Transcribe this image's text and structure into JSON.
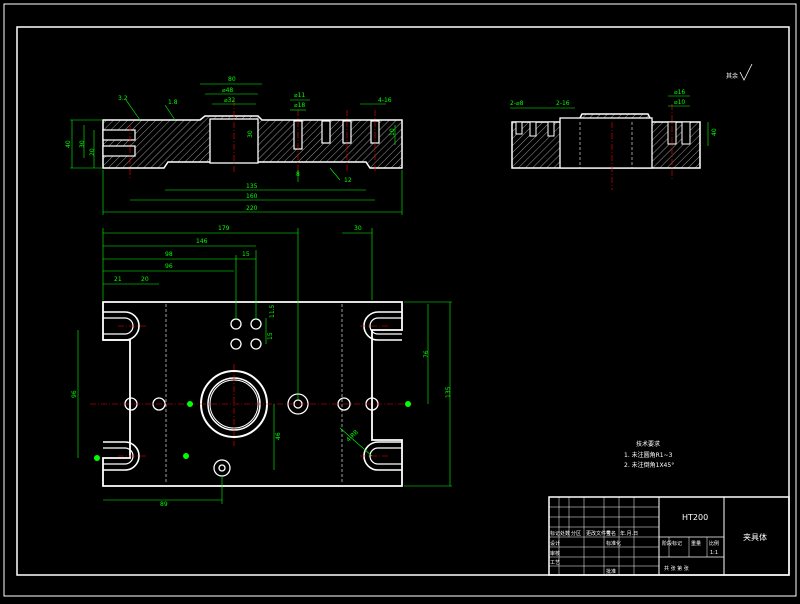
{
  "colors": {
    "background": "#000000",
    "outline": "#ffffff",
    "dimension": "#00ff00",
    "center_line": "#ff0000",
    "hidden_line": "#ffffff"
  },
  "top_view": {
    "dims": {
      "d_80": "80",
      "d_48": "⌀48",
      "d_32": "⌀32",
      "d_11": "⌀11",
      "d_18": "⌀18",
      "d_4_16": "4-16",
      "d_13": "1.8",
      "d_32l": "3.2",
      "h_40": "40",
      "h_30": "30",
      "h_20": "20",
      "d_30": "30",
      "l_135": "135",
      "l_160": "160",
      "l_220": "220",
      "d_10": "10",
      "d_8": "8",
      "d_12": "12"
    }
  },
  "side_view": {
    "dims": {
      "d_2_10a": "2-⌀8",
      "d_2_10b": "2-16",
      "d_16": "⌀16",
      "d_10": "⌀10",
      "d_40": "40"
    }
  },
  "plan_view": {
    "dims": {
      "d_179": "179",
      "d_30": "30",
      "d_146": "146",
      "d_98": "98",
      "d_15": "15",
      "d_96": "96",
      "d_21": "21",
      "d_20": "20",
      "d_15b": "15",
      "d_115": "11.5",
      "d_76": "76",
      "d_96v": "96",
      "d_135v": "135",
      "d_46": "46",
      "d_89": "89",
      "d_slot": "4-R8"
    }
  },
  "roughness": {
    "label": "其余"
  },
  "tech_notes": {
    "title": "技术要求",
    "items": [
      "1. 未注圆角R1~3",
      "2. 未注倒角1X45°"
    ]
  },
  "title_block": {
    "material": "HT200",
    "part_name": "夹具体",
    "scale": "1:1",
    "row_labels": [
      "标记",
      "设计",
      "审核",
      "工艺"
    ],
    "header_cells": [
      "处数",
      "分区",
      "更改文件号",
      "签名",
      "年.月.日"
    ],
    "stage_label": "阶段标记",
    "weight_label": "重量",
    "scale_label": "比例",
    "approve_label": "批准",
    "std_label": "标准化",
    "sheet_text": "共  张  第  张"
  }
}
